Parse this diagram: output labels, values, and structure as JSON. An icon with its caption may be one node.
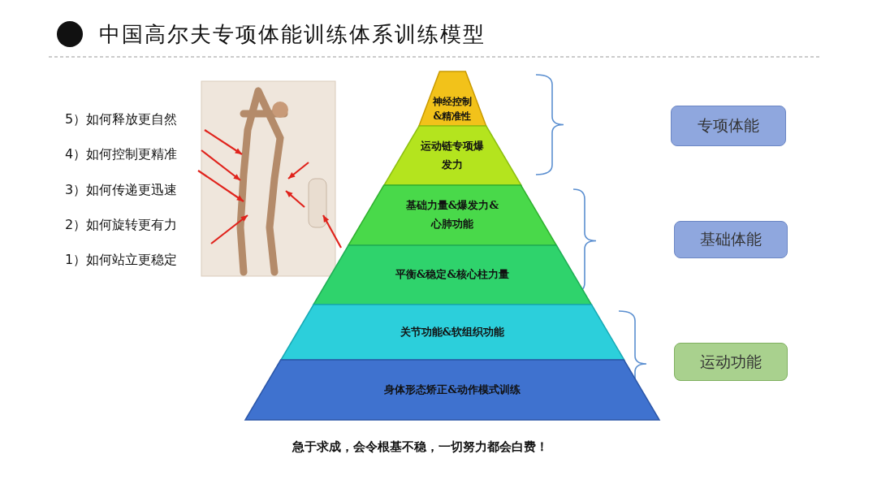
{
  "diagram": {
    "title": "中国高尔夫专项体能训练体系训练模型",
    "nodes": [
      {
        "text": [
          "神经控制&精准性"
        ]
      },
      {
        "text": [
          "运动链专项爆发力"
        ]
      },
      {
        "text": [
          "基础力量&爆发力&心肺功能"
        ]
      },
      {
        "text": [
          "平衡&稳定&核心柱力量"
        ]
      },
      {
        "text": [
          "关节功能&软组织功能"
        ]
      },
      {
        "text": [
          "身体形态矫正&动作模式训练"
        ]
      },
      {
        "text": [
          "专项体能"
        ]
      },
      {
        "text": [
          "基础体能"
        ]
      },
      {
        "text": [
          "运动功能"
        ]
      }
    ],
    "labels": [
      "5）如何释放更自然",
      "4）如何控制更精准",
      "3）如何传递更迅速",
      "2）如何旋转更有力",
      "1）如何站立更稳定",
      "急于求成，会令根基不稳，一切努力都会白费！"
    ]
  }
}
